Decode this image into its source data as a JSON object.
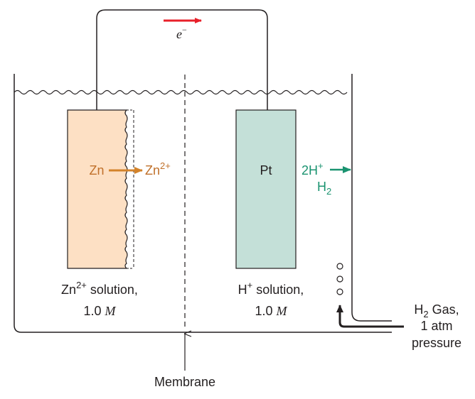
{
  "electron": {
    "symbol": "e",
    "charge": "−"
  },
  "electrodes": {
    "zn_label": "Zn",
    "zn_ion_base": "Zn",
    "zn_ion_charge": "2+",
    "pt_label": "Pt",
    "h_ion_prefix": "2H",
    "h_ion_charge": "+",
    "h2_base": "H",
    "h2_sub": "2"
  },
  "solutions": {
    "left_base": "Zn",
    "left_charge": "2+",
    "left_rest": " solution,",
    "left_conc_value": "1.0 ",
    "left_conc_unit": "M",
    "right_base": "H",
    "right_charge": "+",
    "right_rest": " solution,",
    "right_conc_value": "1.0 ",
    "right_conc_unit": "M"
  },
  "gas": {
    "base": "H",
    "sub": "2",
    "rest": " Gas,",
    "line2": "1 atm",
    "line3": "pressure"
  },
  "membrane_label": "Membrane",
  "colors": {
    "electron_arrow": "#e8202a",
    "zn_arrow": "#d3832b",
    "zn_text": "#c0702a",
    "h_text": "#1a9370",
    "zn_fill": "#fde0c4",
    "pt_fill": "#c4e0d8",
    "line": "#231f20"
  }
}
